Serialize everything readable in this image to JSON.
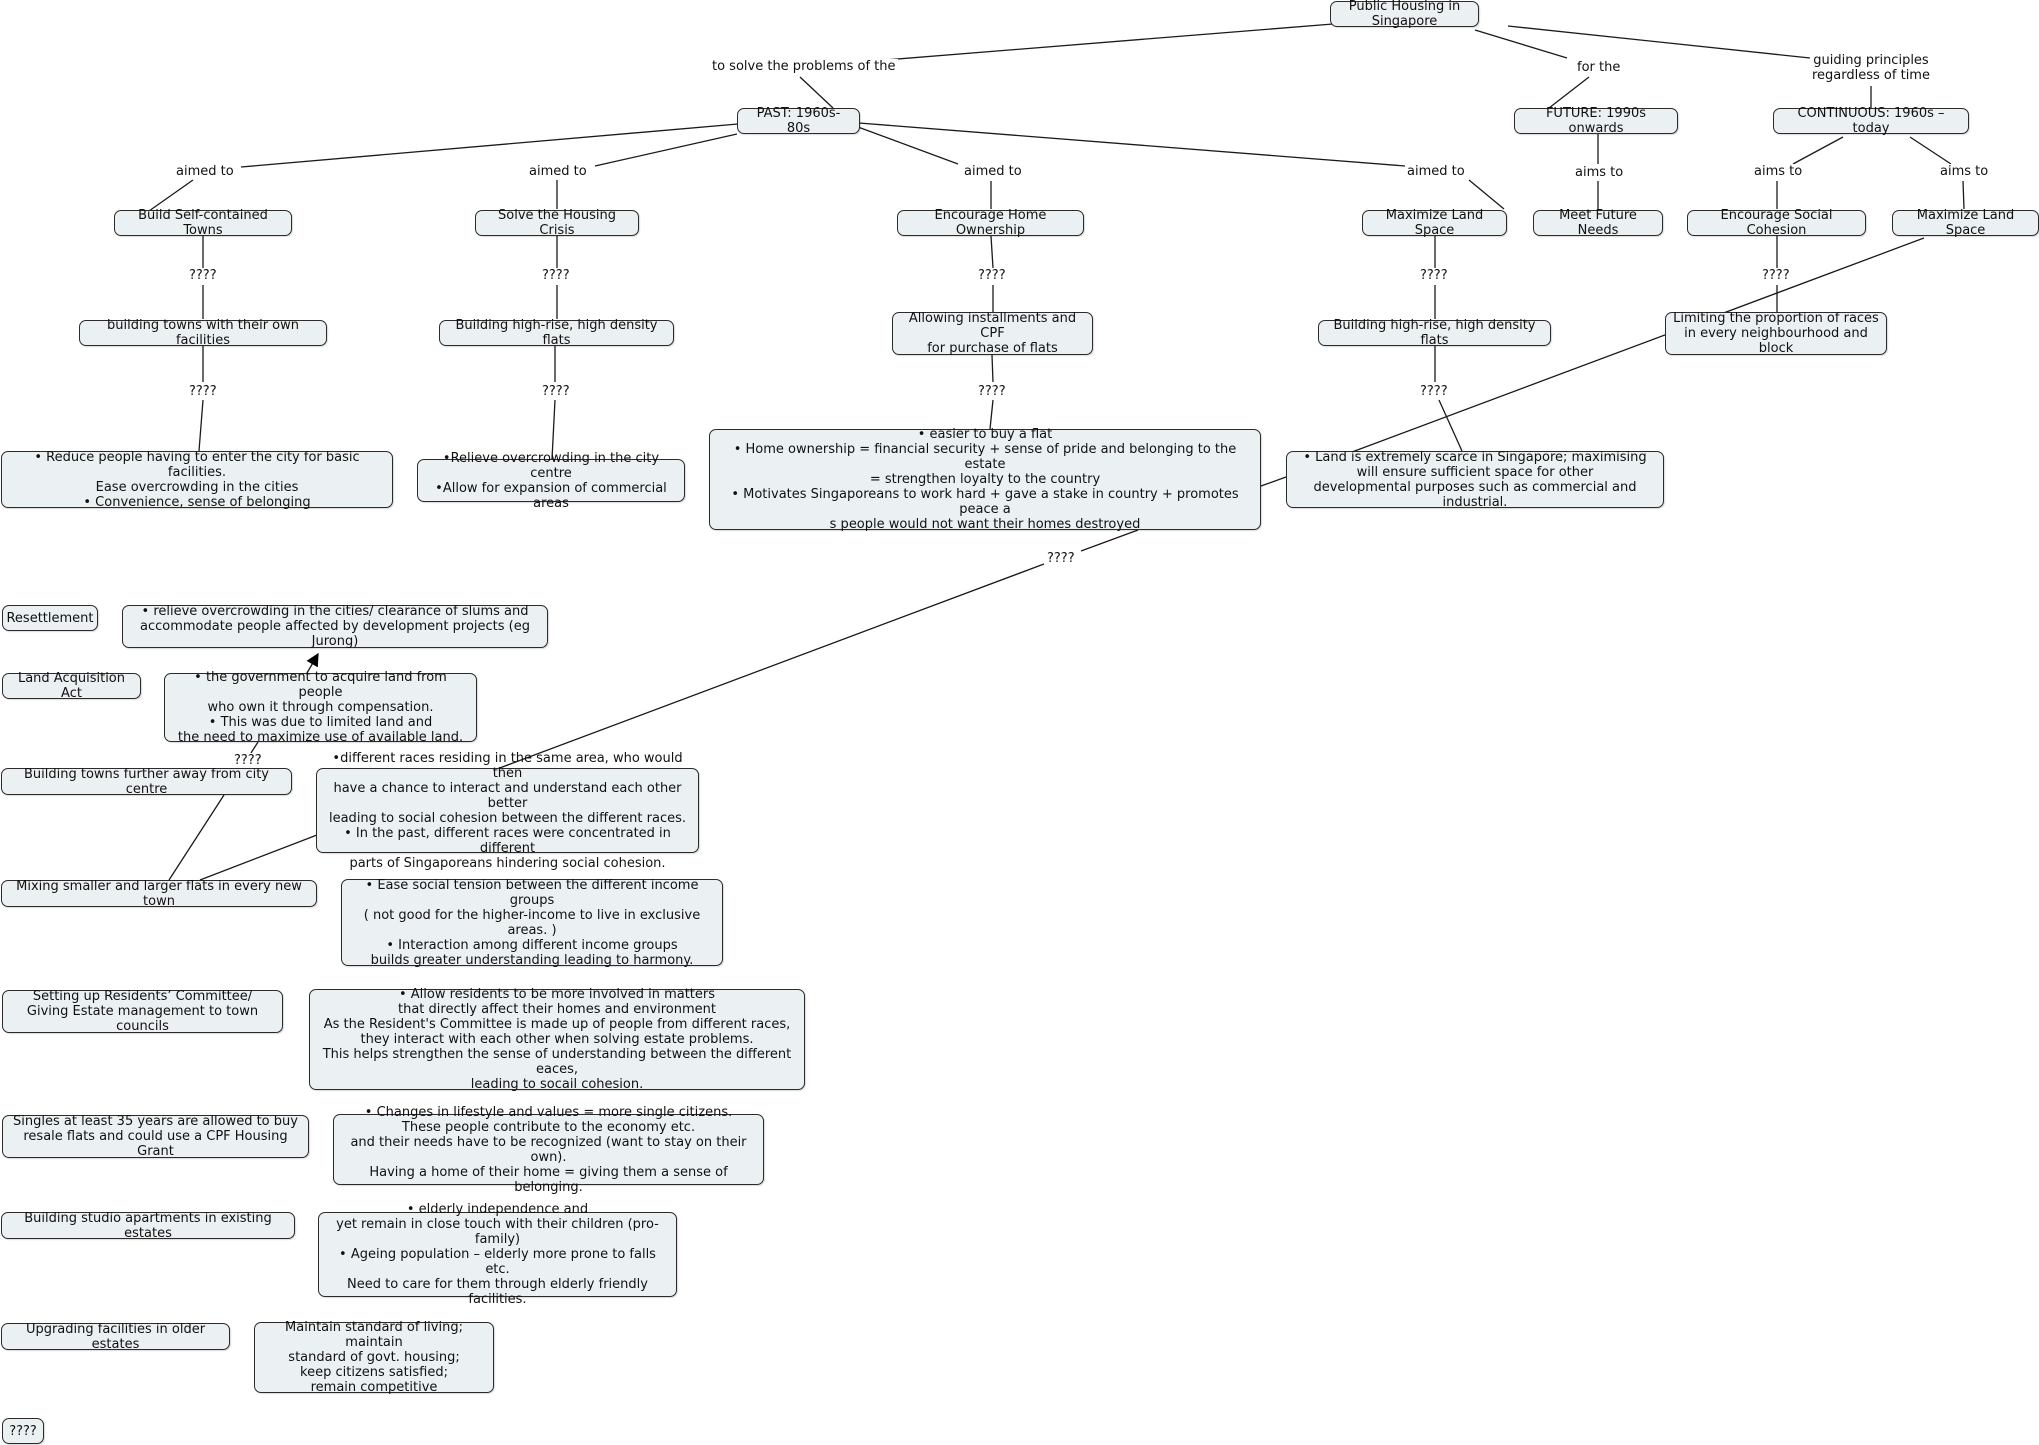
{
  "nodes": {
    "root": "Public Housing in Singapore",
    "past": "PAST: 1960s-80s",
    "future": "FUTURE: 1990s onwards",
    "continuous": "CONTINUOUS: 1960s – today",
    "build_towns": "Build Self-contained Towns",
    "solve_crisis": "Solve the Housing Crisis",
    "home_ownership": "Encourage Home Ownership",
    "max_land_past": "Maximize Land Space",
    "meet_future": "Meet Future Needs",
    "social_cohesion": "Encourage Social Cohesion",
    "max_land_cont": "Maximize Land Space",
    "building_towns_facilities": "building towns with their own facilities",
    "building_highrise_1": "Building high-rise, high density flats",
    "installments_cpf": "Allowing installments and CPF\nfor purchase of flats",
    "building_highrise_2": "Building high-rise, high density flats",
    "limiting_races": "Limiting the proportion of races\nin every neighbourhood and block",
    "reduce_people": "•    Reduce people having to enter the city for basic facilities.\nEase overcrowding in the cities\n•    Convenience, sense of belonging",
    "relieve_overcrowding": "•Relieve overcrowding in the city centre\n•Allow for expansion of commercial areas",
    "easier_buy": "•    easier to buy a flat\n•    Home ownership = financial security + sense of pride and belonging to the estate\n= strengthen loyalty to the country\n•    Motivates Singaporeans to work hard + gave a stake in country + promotes peace a\ns people would not want their homes destroyed",
    "land_scarce": "•    Land is extremely scarce in Singapore; maximising\nwill ensure sufficient space  for other\ndevelopmental purposes such as commercial and industrial.",
    "resettlement": "Resettlement",
    "resettlement_desc": "• relieve overcrowding in the cities/ clearance of slums and\naccommodate people affected by development projects (eg Jurong)",
    "land_acq": "Land Acquisition Act",
    "land_acq_desc": "•    the government to acquire land from people\nwho own it through compensation.\n•    This was due to limited land and\nthe need to maximize use of available land.",
    "towns_away": "Building towns further away from city centre",
    "diff_races": "•different races residing in the same area, who would then\nhave a chance to interact and understand each other better\nleading to social cohesion between the different races.\n• In the past, different races were concentrated in different\nparts of Singaporeans hindering social cohesion.",
    "mixing_flats": "Mixing smaller and larger flats in every new town",
    "ease_tension": "•    Ease social tension between the different income groups\n( not good for the higher-income to live in exclusive areas. )\n•    Interaction among different income groups\nbuilds greater understanding leading to harmony.",
    "residents_committee": "Setting up Residents’ Committee/\nGiving Estate management to town councils",
    "rc_desc": "•    Allow residents to be more involved in matters\nthat directly affect their homes and environment\nAs the Resident's Committee is made up of people from different races,\nthey interact with each other when solving estate problems.\nThis helps strengthen the sense of understanding between the different eaces,\nleading to socail cohesion.",
    "singles": "Singles at least 35 years are allowed to buy\nresale flats and could use a CPF Housing Grant",
    "singles_desc": "•    Changes in lifestyle and values = more single citizens.\nThese people contribute to the economy etc.\nand their needs have to be recognized (want to stay on their own).\nHaving a home of their home = giving them a sense of belonging.",
    "studio": "Building studio apartments in existing estates",
    "studio_desc": "•    elderly independence and\nyet remain in close touch with their children (pro-family)\n•    Ageing population – elderly more prone to falls etc.\nNeed to care for them through elderly friendly facilities.",
    "upgrading": "Upgrading facilities in older estates",
    "upgrading_desc": "Maintain standard of living; maintain\nstandard of govt. housing;\nkeep citizens satisfied;\nremain competitive",
    "unknown_bottom": "????"
  },
  "links": {
    "to_solve": "to solve the problems of the",
    "for_the": "for the",
    "guiding": "guiding principles\nregardless of time",
    "aimed_1": "aimed to",
    "aimed_2": "aimed to",
    "aimed_3": "aimed to",
    "aimed_4": "aimed to",
    "aims_future": "aims to",
    "aims_cont_1": "aims to",
    "aims_cont_2": "aims to",
    "q_build_1": "????",
    "q_build_2": "????",
    "q_solve_1": "????",
    "q_solve_2": "????",
    "q_home_1": "????",
    "q_home_2": "????",
    "q_land_1": "????",
    "q_land_2": "????",
    "q_social": "????",
    "q_middle": "????",
    "q_landacq": "????"
  }
}
